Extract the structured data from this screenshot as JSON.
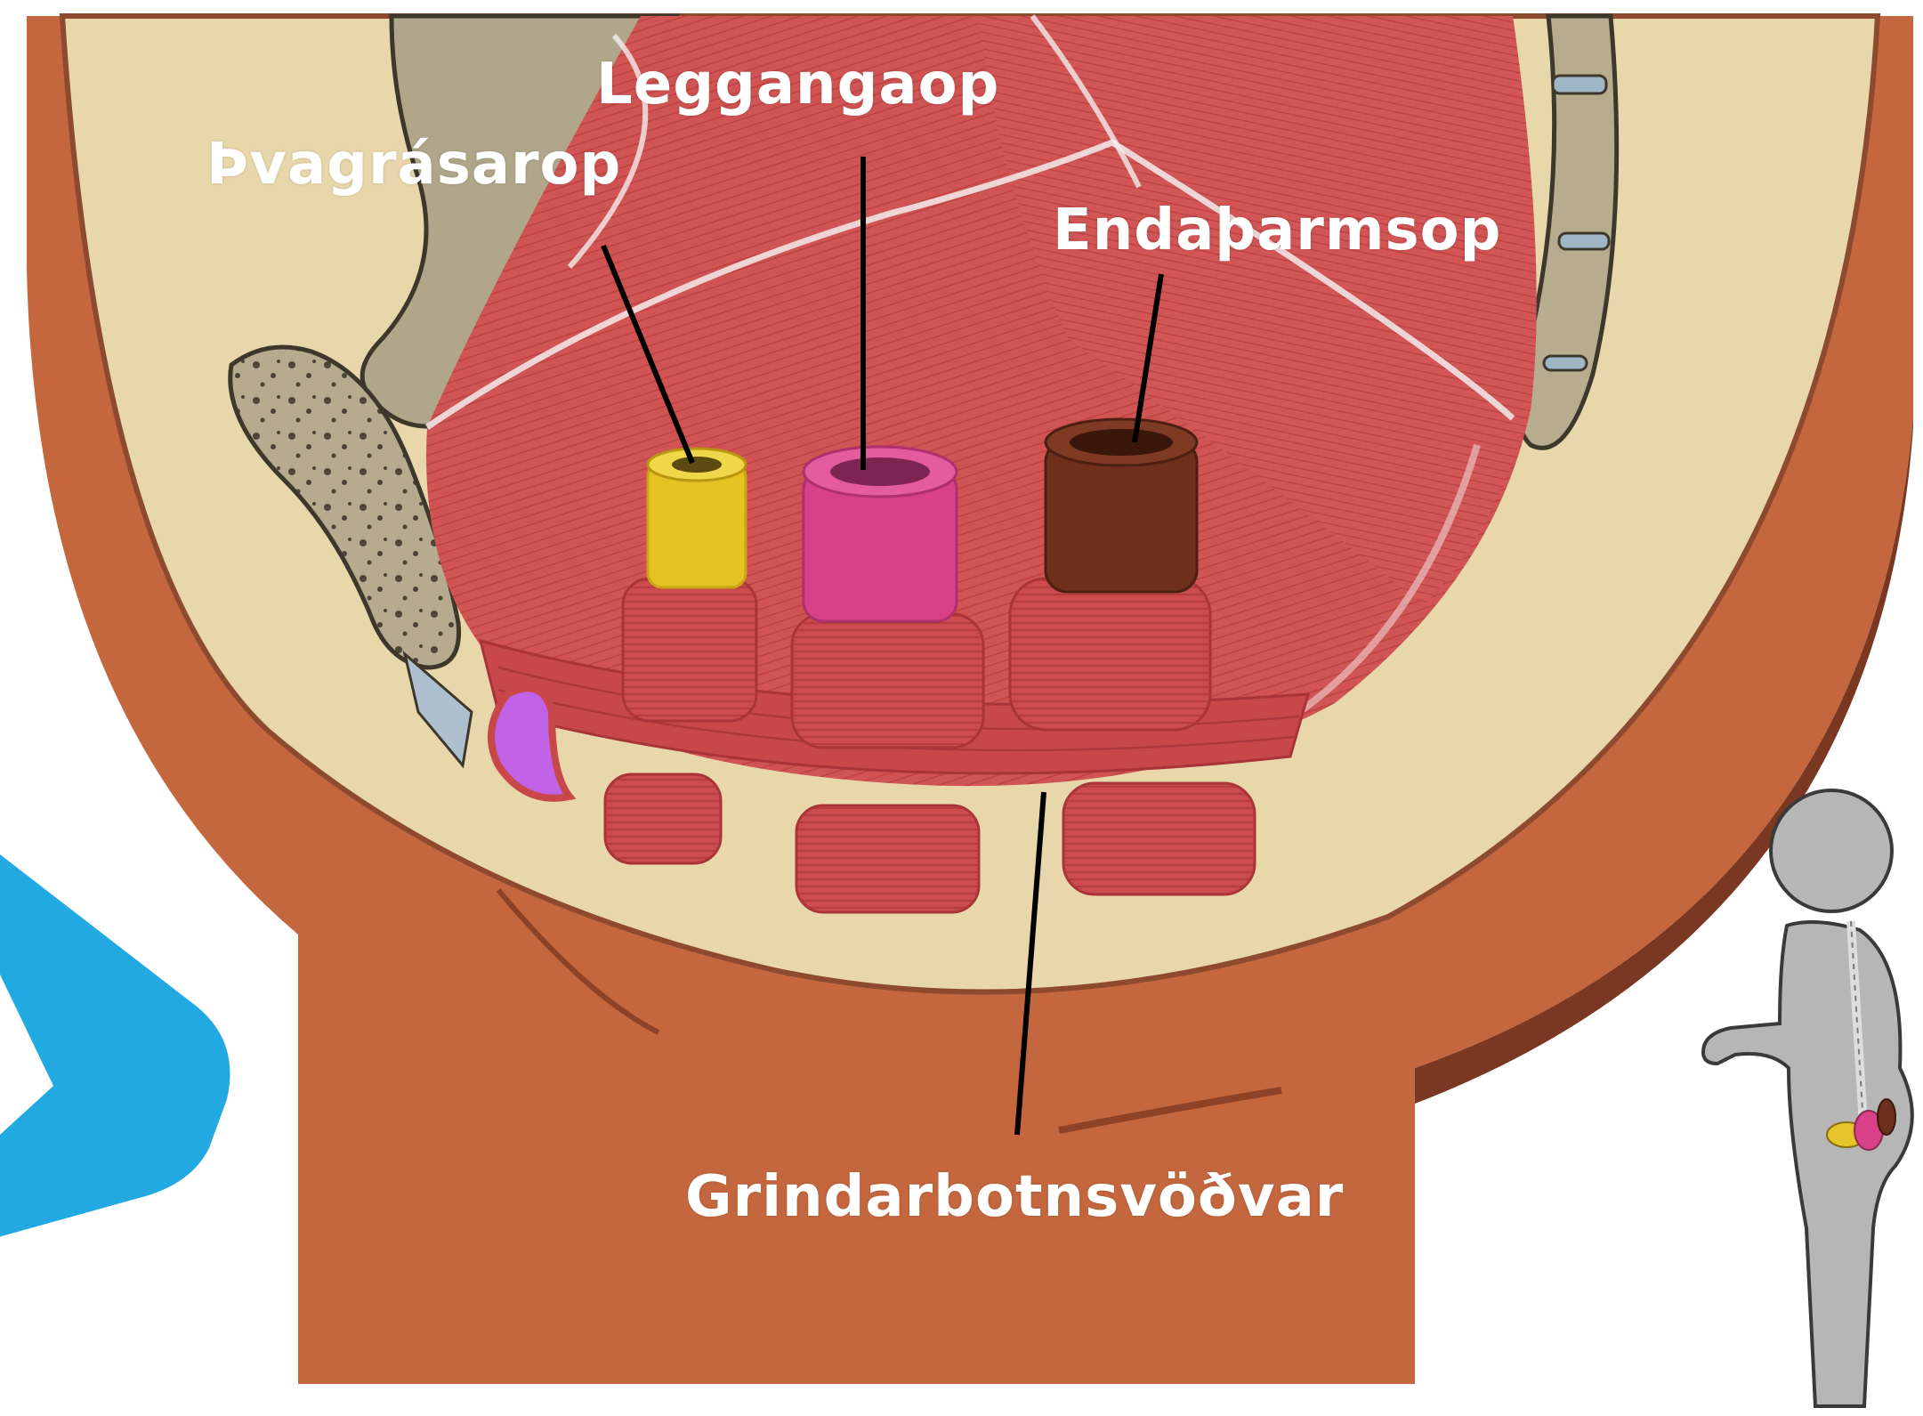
{
  "labels": {
    "urethral_opening": "Þvagrásarop",
    "vaginal_opening": "Leggangaop",
    "anal_opening": "Endaþarmsop",
    "pelvic_floor_muscles": "Grindarbotnsvöðvar"
  },
  "colors": {
    "skin": "#c4673e",
    "skin_dark": "#a44f30",
    "cavity_lining": "#e6d6a8",
    "muscle": "#cf5453",
    "muscle_dark": "#b03a3c",
    "bone": "#b3a88a",
    "urethra_tube": "#e6c52a",
    "vagina_tube": "#d8418a",
    "rectum_tube": "#6e2f1c",
    "clitoris": "#c063e6",
    "arrow": "#22a9e1",
    "silhouette": "#b6b6b6"
  },
  "icons": [
    "blue-arrow-icon",
    "body-silhouette-icon"
  ]
}
